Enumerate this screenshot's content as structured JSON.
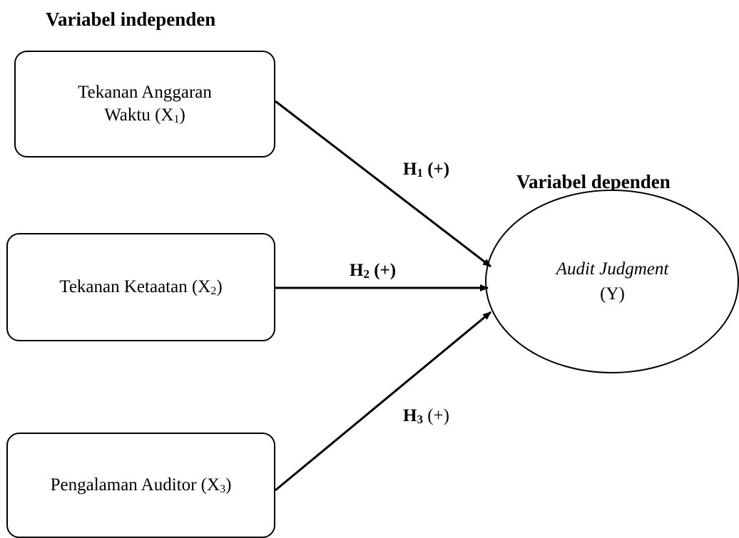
{
  "independent_heading": "Variabel independen",
  "dependent_heading": "Variabel dependen",
  "boxes": [
    {
      "line1": "Tekanan Anggaran",
      "line2_prefix": "Waktu (X",
      "sub": "1",
      "suffix": ")"
    },
    {
      "line1_prefix": "Tekanan Ketaatan (X",
      "sub": "2",
      "suffix": ")"
    },
    {
      "line1_prefix": "Pengalaman Auditor (X",
      "sub": "3",
      "suffix": ")"
    }
  ],
  "dependent": {
    "title": "Audit Judgment",
    "symbol": "(Y)"
  },
  "hypotheses": [
    {
      "prefix": "H",
      "sub": "1",
      "sign": "(+)"
    },
    {
      "prefix": "H",
      "sub": "2",
      "sign": "(+)"
    },
    {
      "prefix": "H",
      "sub": "3",
      "sign": "(+)"
    }
  ]
}
